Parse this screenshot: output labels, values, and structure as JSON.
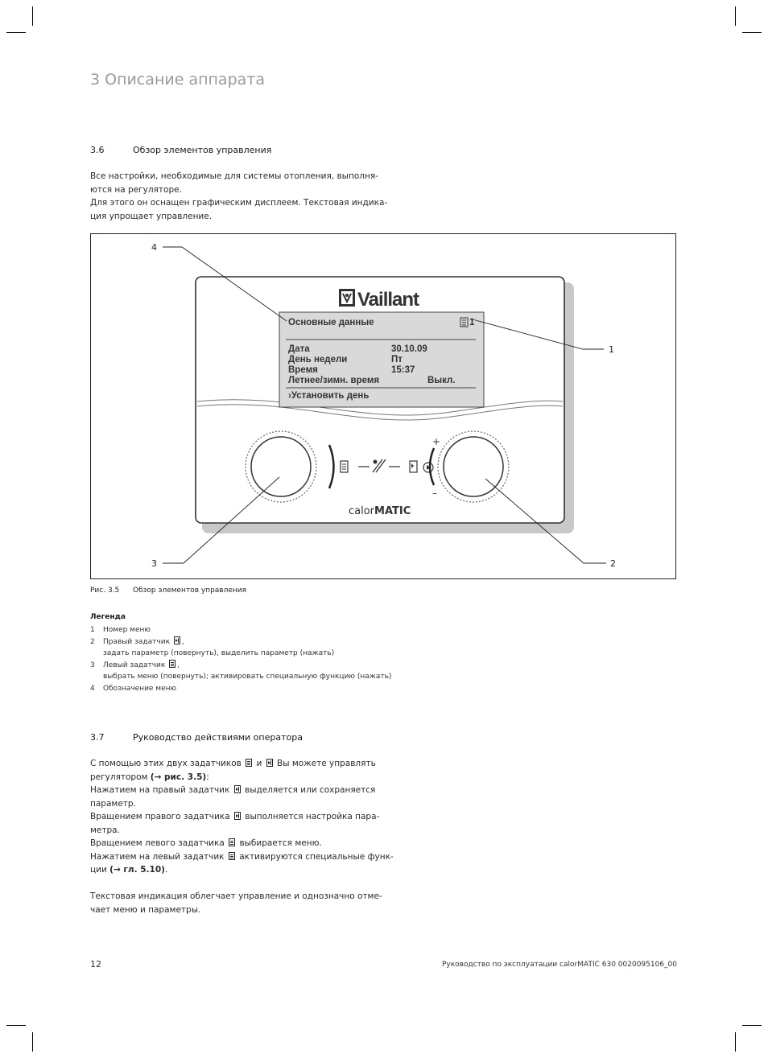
{
  "chapter_title": "3 Описание аппарата",
  "section_36": {
    "number": "3.6",
    "title": "Обзор элементов управления",
    "paragraphs": [
      "Все настройки, необходимые для системы отопления, выполня-",
      "ются на регуляторе.",
      "Для этого он оснащен графическим дисплеем. Текстовая индика-",
      "ция упрощает управление."
    ]
  },
  "figure": {
    "brand": "Vaillant",
    "model_prefix": "calor",
    "model_suffix": "MATIC",
    "callouts": [
      "4",
      "1",
      "3",
      "2"
    ],
    "display": {
      "header": "Основные данные",
      "menu_number": "1",
      "rows": [
        {
          "label": "Дата",
          "value": "30.10.09"
        },
        {
          "label": "День недели",
          "value": "Пт"
        },
        {
          "label": "Время",
          "value": "15:37"
        },
        {
          "label": "Летнее/зимн. время",
          "value": "Выкл."
        }
      ],
      "footer": "›Установить день"
    },
    "plus_sign": "+",
    "minus_sign": "–",
    "caption_label": "Рис. 3.5",
    "caption_text": "Обзор элементов управления"
  },
  "legend": {
    "title": "Легенда",
    "items": [
      {
        "num": "1",
        "line1": "Номер меню",
        "line2": ""
      },
      {
        "num": "2",
        "line1": "Правый задатчик",
        "line2": "задать параметр (повернуть), выделить параметр (нажать)"
      },
      {
        "num": "3",
        "line1": "Левый задатчик",
        "line2": "выбрать меню (повернуть); активировать специальную функцию (нажать)"
      },
      {
        "num": "4",
        "line1": "Обозначение меню",
        "line2": ""
      }
    ]
  },
  "section_37": {
    "number": "3.7",
    "title": "Руководство действиями оператора",
    "lines": {
      "l1a": "С помощью этих двух задатчиков",
      "l1b": "и",
      "l1c": "Вы можете управлять",
      "l2a": "регулятором",
      "l2ref": "(→ рис. 3.5)",
      "l2b": ":",
      "l3a": "Нажатием на правый задатчик",
      "l3b": "выделяется или сохраняется",
      "l4": "параметр.",
      "l5a": "Вращением правого задатчика",
      "l5b": "выполняется настройка пара-",
      "l6": "метра.",
      "l7a": "Вращением левого задатчика",
      "l7b": "выбирается меню.",
      "l8a": "Нажатием на левый задатчик",
      "l8b": "активируются специальные функ-",
      "l9a": "ции",
      "l9ref": "(→ гл. 5.10)",
      "l9b": ".",
      "l10": "Текстовая индикация облегчает управление и однозначно отме-",
      "l11": "чает меню и параметры."
    }
  },
  "footer": {
    "page_number": "12",
    "doc_info": "Руководство по эксплуатации calorMATIC 630  0020095106_00"
  }
}
